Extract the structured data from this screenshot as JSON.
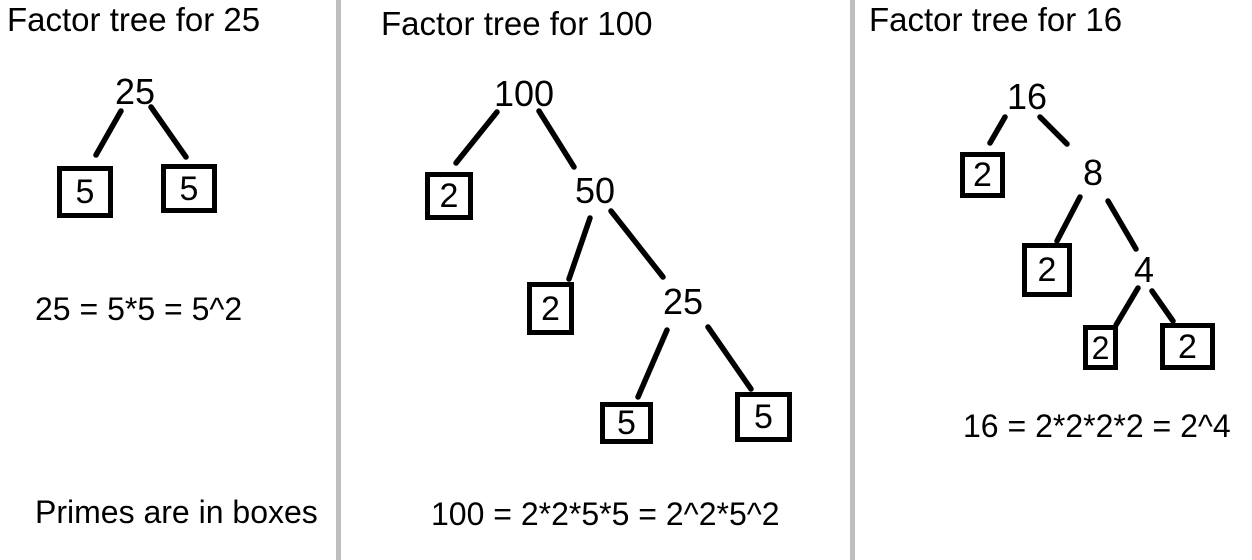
{
  "panels": [
    {
      "title": "Factor tree for 25",
      "nodes": [
        {
          "label": "25",
          "prime": false
        },
        {
          "label": "5",
          "prime": true
        },
        {
          "label": "5",
          "prime": true
        }
      ],
      "equation": "25 = 5*5 = 5^2",
      "note": "Primes are in boxes"
    },
    {
      "title": "Factor tree for 100",
      "nodes": [
        {
          "label": "100",
          "prime": false
        },
        {
          "label": "2",
          "prime": true
        },
        {
          "label": "50",
          "prime": false
        },
        {
          "label": "2",
          "prime": true
        },
        {
          "label": "25",
          "prime": false
        },
        {
          "label": "5",
          "prime": true
        },
        {
          "label": "5",
          "prime": true
        }
      ],
      "equation": "100 = 2*2*5*5 = 2^2*5^2"
    },
    {
      "title": "Factor tree for 16",
      "nodes": [
        {
          "label": "16",
          "prime": false
        },
        {
          "label": "2",
          "prime": true
        },
        {
          "label": "8",
          "prime": false
        },
        {
          "label": "2",
          "prime": true
        },
        {
          "label": "4",
          "prime": false
        },
        {
          "label": "2",
          "prime": true
        },
        {
          "label": "2",
          "prime": true
        }
      ],
      "equation": "16 = 2*2*2*2 = 2^4"
    }
  ],
  "colors": {
    "text": "#000000",
    "tree_line": "#000000",
    "divider": "#bfbfbf",
    "background": "#ffffff"
  }
}
